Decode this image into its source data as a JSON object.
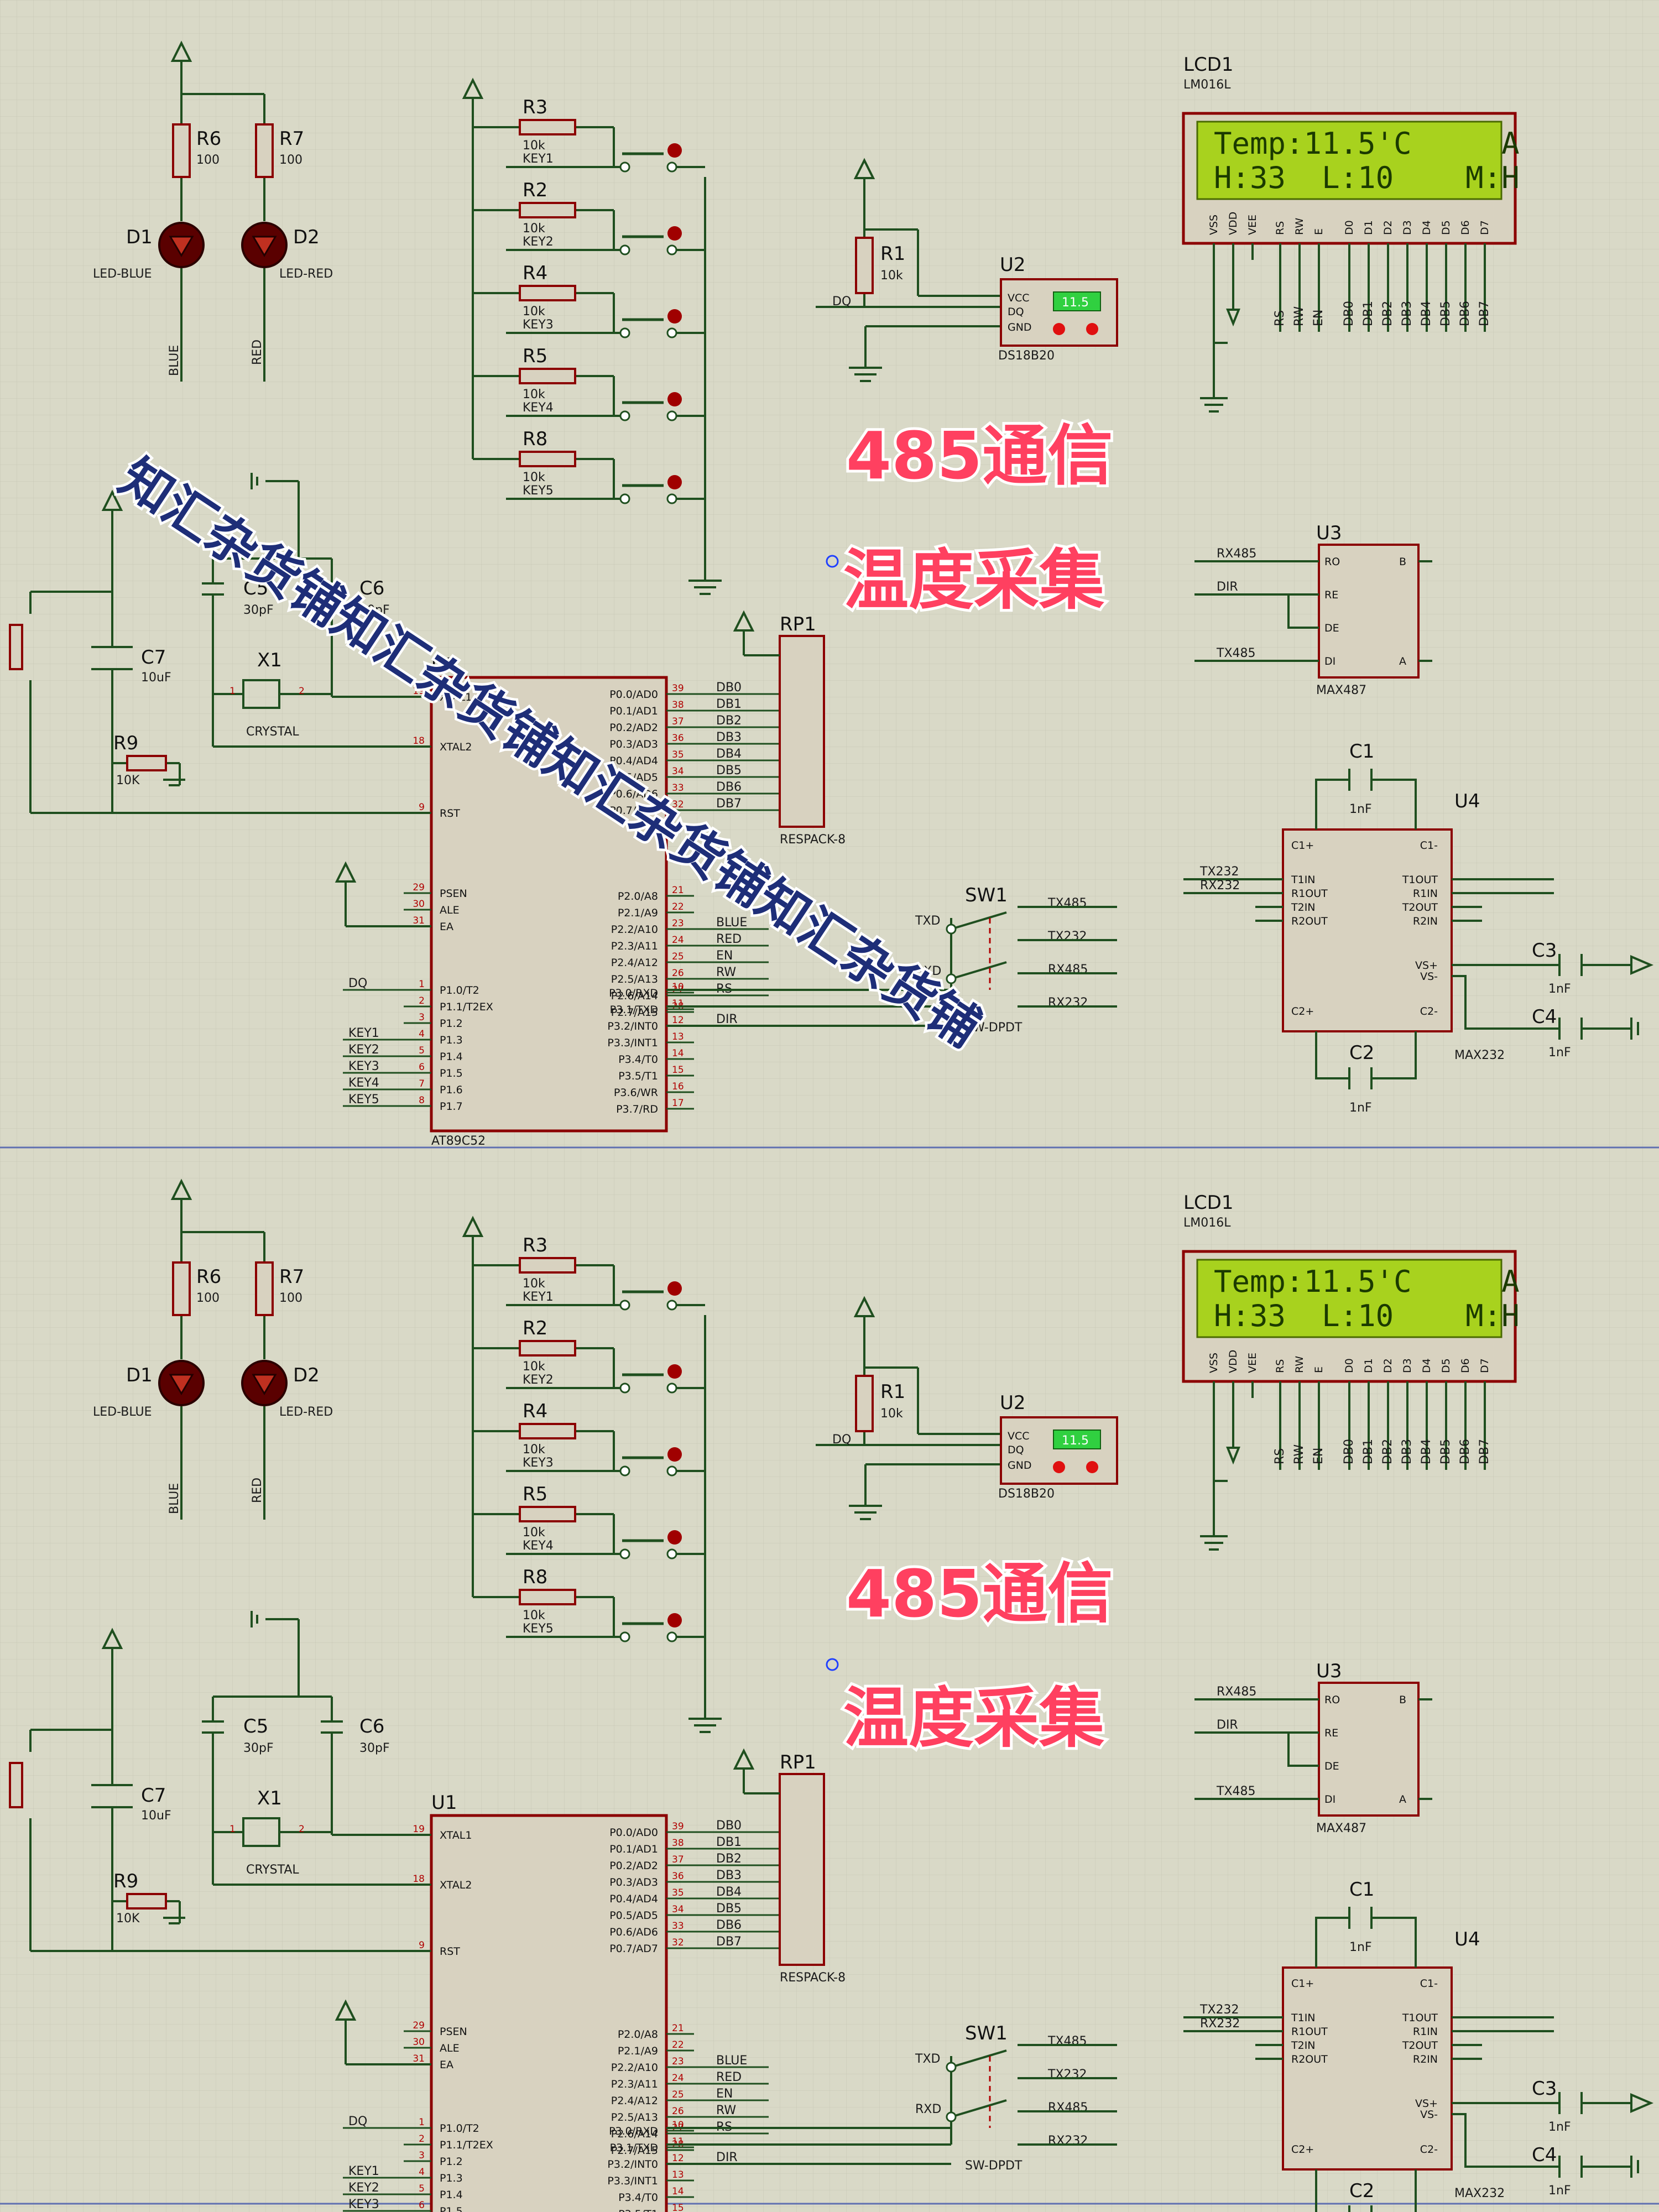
{
  "overlay": {
    "title_line1": "485通信",
    "title_line2": "温度采集",
    "watermark": "知汇杂货铺知汇杂货铺知汇杂货铺知汇杂货铺",
    "title_color": "#ff4060",
    "watermark_color": "#1e2e78"
  },
  "colors": {
    "background": "#d9d9c7",
    "grid": "#c4c4b2",
    "wire": "#1f4f1f",
    "component_outline": "#8b0000",
    "component_fill": "#d8d2c0",
    "lcd_screen": "#a8d21e",
    "pin_red": "#ff3030",
    "pin_blue": "#3040ff",
    "sheet_divider": "#6070b0"
  },
  "lcd": {
    "ref": "LCD1",
    "model": "LM016L",
    "line1": "Temp:11.5'C     A",
    "line2": "H:33  L:10    M:H",
    "pins": [
      "VSS",
      "VDD",
      "VEE",
      "RS",
      "RW",
      "E",
      "D0",
      "D1",
      "D2",
      "D3",
      "D4",
      "D5",
      "D6",
      "D7"
    ],
    "nets": [
      "RS",
      "RW",
      "EN",
      "DB0",
      "DB1",
      "DB2",
      "DB3",
      "DB4",
      "DB5",
      "DB6",
      "DB7"
    ]
  },
  "leds": [
    {
      "ref": "D1",
      "label": "LED-BLUE",
      "net": "BLUE"
    },
    {
      "ref": "D2",
      "label": "LED-RED",
      "net": "RED"
    }
  ],
  "resistors": {
    "r6": {
      "ref": "R6",
      "value": "100"
    },
    "r7": {
      "ref": "R7",
      "value": "100"
    },
    "r1": {
      "ref": "R1",
      "value": "10k"
    },
    "r9": {
      "ref": "R9",
      "value": "10K"
    }
  },
  "keys": [
    {
      "ref": "R3",
      "value": "10k",
      "key": "KEY1"
    },
    {
      "ref": "R2",
      "value": "10k",
      "key": "KEY2"
    },
    {
      "ref": "R4",
      "value": "10k",
      "key": "KEY3"
    },
    {
      "ref": "R5",
      "value": "10k",
      "key": "KEY4"
    },
    {
      "ref": "R8",
      "value": "10k",
      "key": "KEY5"
    }
  ],
  "sensor": {
    "ref": "U2",
    "model": "DS18B20",
    "pins": [
      "VCC",
      "DQ",
      "GND"
    ],
    "net": "DQ",
    "display": "11.5"
  },
  "caps": {
    "c5": {
      "ref": "C5",
      "value": "30pF"
    },
    "c6": {
      "ref": "C6",
      "value": "30pF"
    },
    "c7": {
      "ref": "C7",
      "value": "10uF"
    }
  },
  "crystal": {
    "ref": "X1",
    "label": "CRYSTAL"
  },
  "mcu": {
    "ref": "U1",
    "model": "AT89C52",
    "left_pins": [
      {
        "num": "19",
        "name": "XTAL1"
      },
      {
        "num": "18",
        "name": "XTAL2"
      },
      {
        "num": "9",
        "name": "RST"
      },
      {
        "num": "29",
        "name": "PSEN"
      },
      {
        "num": "30",
        "name": "ALE"
      },
      {
        "num": "31",
        "name": "EA"
      },
      {
        "num": "1",
        "name": "P1.0/T2"
      },
      {
        "num": "2",
        "name": "P1.1/T2EX"
      },
      {
        "num": "3",
        "name": "P1.2"
      },
      {
        "num": "4",
        "name": "P1.3"
      },
      {
        "num": "5",
        "name": "P1.4"
      },
      {
        "num": "6",
        "name": "P1.5"
      },
      {
        "num": "7",
        "name": "P1.6"
      },
      {
        "num": "8",
        "name": "P1.7"
      }
    ],
    "left_nets": [
      "DQ",
      "KEY1",
      "KEY2",
      "KEY3",
      "KEY4",
      "KEY5"
    ],
    "port0": [
      {
        "num": "39",
        "name": "P0.0/AD0",
        "net": "DB0"
      },
      {
        "num": "38",
        "name": "P0.1/AD1",
        "net": "DB1"
      },
      {
        "num": "37",
        "name": "P0.2/AD2",
        "net": "DB2"
      },
      {
        "num": "36",
        "name": "P0.3/AD3",
        "net": "DB3"
      },
      {
        "num": "35",
        "name": "P0.4/AD4",
        "net": "DB4"
      },
      {
        "num": "34",
        "name": "P0.5/AD5",
        "net": "DB5"
      },
      {
        "num": "33",
        "name": "P0.6/AD6",
        "net": "DB6"
      },
      {
        "num": "32",
        "name": "P0.7/AD7",
        "net": "DB7"
      }
    ],
    "port2": [
      {
        "num": "21",
        "name": "P2.0/A8",
        "net": ""
      },
      {
        "num": "22",
        "name": "P2.1/A9",
        "net": ""
      },
      {
        "num": "23",
        "name": "P2.2/A10",
        "net": "BLUE"
      },
      {
        "num": "24",
        "name": "P2.3/A11",
        "net": "RED"
      },
      {
        "num": "25",
        "name": "P2.4/A12",
        "net": "EN"
      },
      {
        "num": "26",
        "name": "P2.5/A13",
        "net": "RW"
      },
      {
        "num": "27",
        "name": "P2.6/A14",
        "net": "RS"
      },
      {
        "num": "28",
        "name": "P2.7/A15",
        "net": ""
      }
    ],
    "port3": [
      {
        "num": "10",
        "name": "P3.0/RXD",
        "net": ""
      },
      {
        "num": "11",
        "name": "P3.1/TXD",
        "net": ""
      },
      {
        "num": "12",
        "name": "P3.2/INT0",
        "net": "DIR"
      },
      {
        "num": "13",
        "name": "P3.3/INT1",
        "net": ""
      },
      {
        "num": "14",
        "name": "P3.4/T0",
        "net": ""
      },
      {
        "num": "15",
        "name": "P3.5/T1",
        "net": ""
      },
      {
        "num": "16",
        "name": "P3.6/WR",
        "net": ""
      },
      {
        "num": "17",
        "name": "P3.7/RD",
        "net": ""
      }
    ]
  },
  "rp1": {
    "ref": "RP1",
    "model": "RESPACK-8"
  },
  "switch": {
    "ref": "SW1",
    "model": "SW-DPDT",
    "left": [
      "TXD",
      "RXD"
    ],
    "right": [
      "TX485",
      "TX232",
      "RX485",
      "RX232"
    ]
  },
  "max487": {
    "ref": "U3",
    "model": "MAX487",
    "left": [
      "RO",
      "RE",
      "DE",
      "DI"
    ],
    "right": [
      "B",
      "A"
    ],
    "nets": [
      "RX485",
      "DIR",
      "TX485"
    ]
  },
  "max232": {
    "ref": "U4",
    "model": "MAX232",
    "left": [
      "C1+",
      "T1IN",
      "R1OUT",
      "T2IN",
      "R2OUT",
      "C2+"
    ],
    "right": [
      "C1-",
      "T1OUT",
      "R1IN",
      "T2OUT",
      "R2IN",
      "VS+",
      "VS-",
      "C2-"
    ],
    "nets": [
      "TX232",
      "RX232"
    ],
    "caps": [
      {
        "ref": "C1",
        "value": "1nF"
      },
      {
        "ref": "C2",
        "value": "1nF"
      },
      {
        "ref": "C3",
        "value": "1nF"
      },
      {
        "ref": "C4",
        "value": "1nF"
      }
    ]
  }
}
